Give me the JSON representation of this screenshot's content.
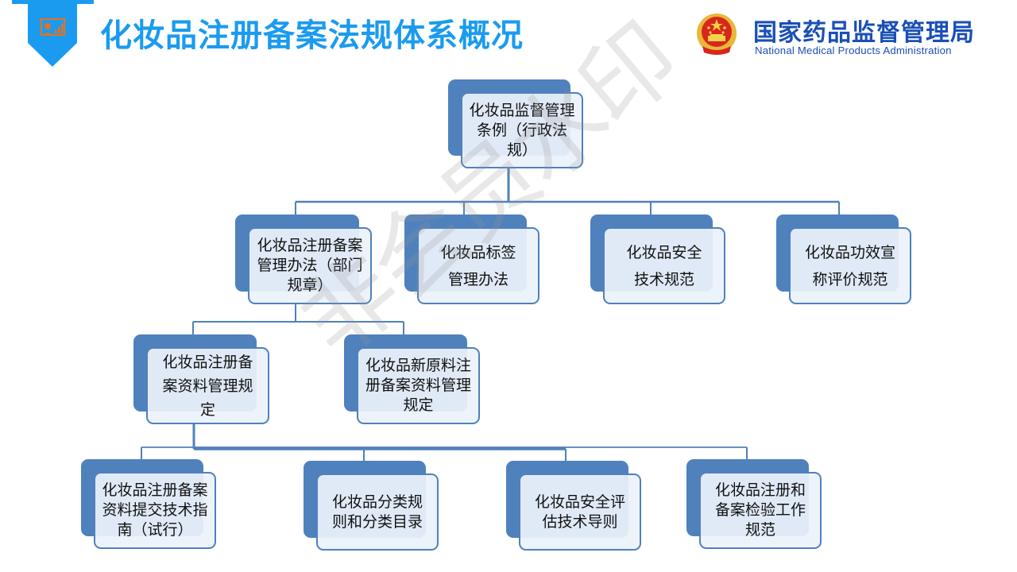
{
  "header": {
    "title": "化妆品注册备案法规体系概况",
    "ribbon_icon": "presentation-chart-icon",
    "accent_color": "#1a9bf0",
    "logo": {
      "name_cn": "国家药品监督管理局",
      "name_en": "National Medical Products Administration",
      "emblem_icon": "national-emblem-icon",
      "color": "#1a4fb5"
    }
  },
  "diagram": {
    "node_color": "#4f81bd",
    "root": {
      "label": "化妆品监督管理条例（行政法规）"
    },
    "level1": [
      {
        "label": "化妆品注册备案管理办法（部门规章）"
      },
      {
        "label": "化妆品标签管理办法"
      },
      {
        "label": "化妆品安全技术规范"
      },
      {
        "label": "化妆品功效宣称评价规范"
      }
    ],
    "level2": [
      {
        "label": "化妆品注册备案资料管理规定"
      },
      {
        "label": "化妆品新原料注册备案资料管理规定"
      }
    ],
    "level3": [
      {
        "label": "化妆品注册备案资料提交技术指南（试行）"
      },
      {
        "label": "化妆品分类规则和分类目录"
      },
      {
        "label": "化妆品安全评估技术导则"
      },
      {
        "label": "化妆品注册和备案检验工作规范"
      }
    ]
  },
  "watermark": "非会员水印"
}
